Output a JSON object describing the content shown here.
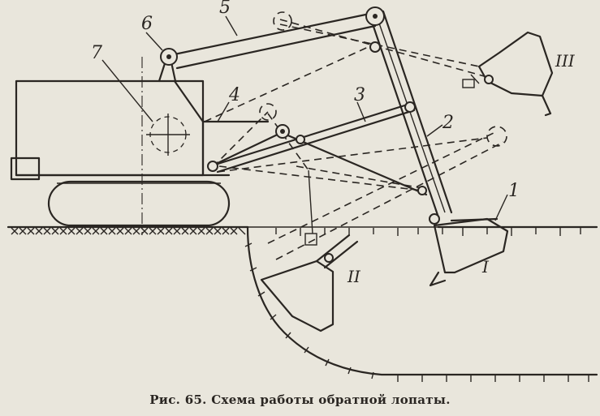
{
  "figure": {
    "labels": {
      "boom": "1",
      "arm": "2",
      "strut": "3",
      "link": "4",
      "rope": "5",
      "sheave": "6",
      "axis": "7",
      "pos1": "I",
      "pos2": "II",
      "pos3": "III"
    },
    "caption": "Рис. 65. Схема работы обратной лопаты."
  }
}
